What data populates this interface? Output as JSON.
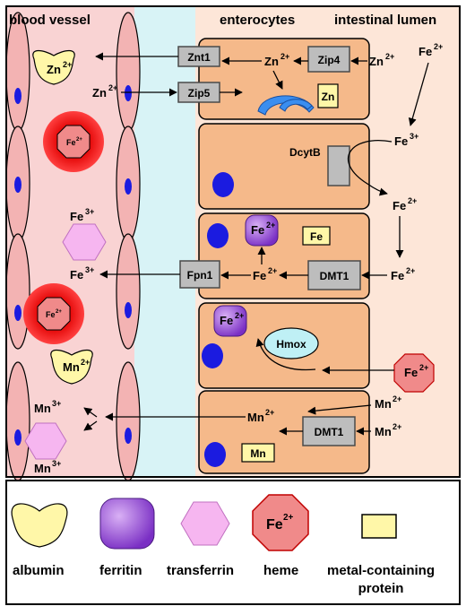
{
  "headers": {
    "blood_vessel": "blood vessel",
    "enterocytes": "enterocytes",
    "intestinal_lumen": "intestinal lumen"
  },
  "transporters": {
    "znt1": "Znt1",
    "zip4": "Zip4",
    "zip5": "Zip5",
    "dcytb": "DcytB",
    "fpn1": "Fpn1",
    "dmt1_fe": "DMT1",
    "dmt1_mn": "DMT1",
    "hmox": "Hmox"
  },
  "proteins": {
    "zn": "Zn",
    "fe": "Fe",
    "mn": "Mn"
  },
  "ions": {
    "zn_base": "Zn",
    "zn_charge": "2+",
    "fe_base": "Fe",
    "fe2_charge": "2+",
    "fe3_charge": "3+",
    "mn_base": "Mn",
    "mn2_charge": "2+",
    "mn3_charge": "3+"
  },
  "legend": {
    "albumin": "albumin",
    "ferritin": "ferritin",
    "transferrin": "transferrin",
    "heme": "heme",
    "heme_symbol": "Fe",
    "heme_charge": "2+",
    "metal_protein_line1": "metal-containing",
    "metal_protein_line2": "protein"
  },
  "colors": {
    "blood_bg": "#f9d3d3",
    "interstitial_bg": "#d8f3f6",
    "lumen_bg": "#fde6d8",
    "enterocyte": "#f5b98a",
    "nucleus": "#1b1be0",
    "transporter": "#bdbdbd",
    "ferritin": "#a35ee0",
    "transferrin": "#f6b6f0",
    "heme": "#f08a8a",
    "albumin": "#fff7a8",
    "hmox": "#bff0f5",
    "blood_heme_outer": "#e00000"
  }
}
